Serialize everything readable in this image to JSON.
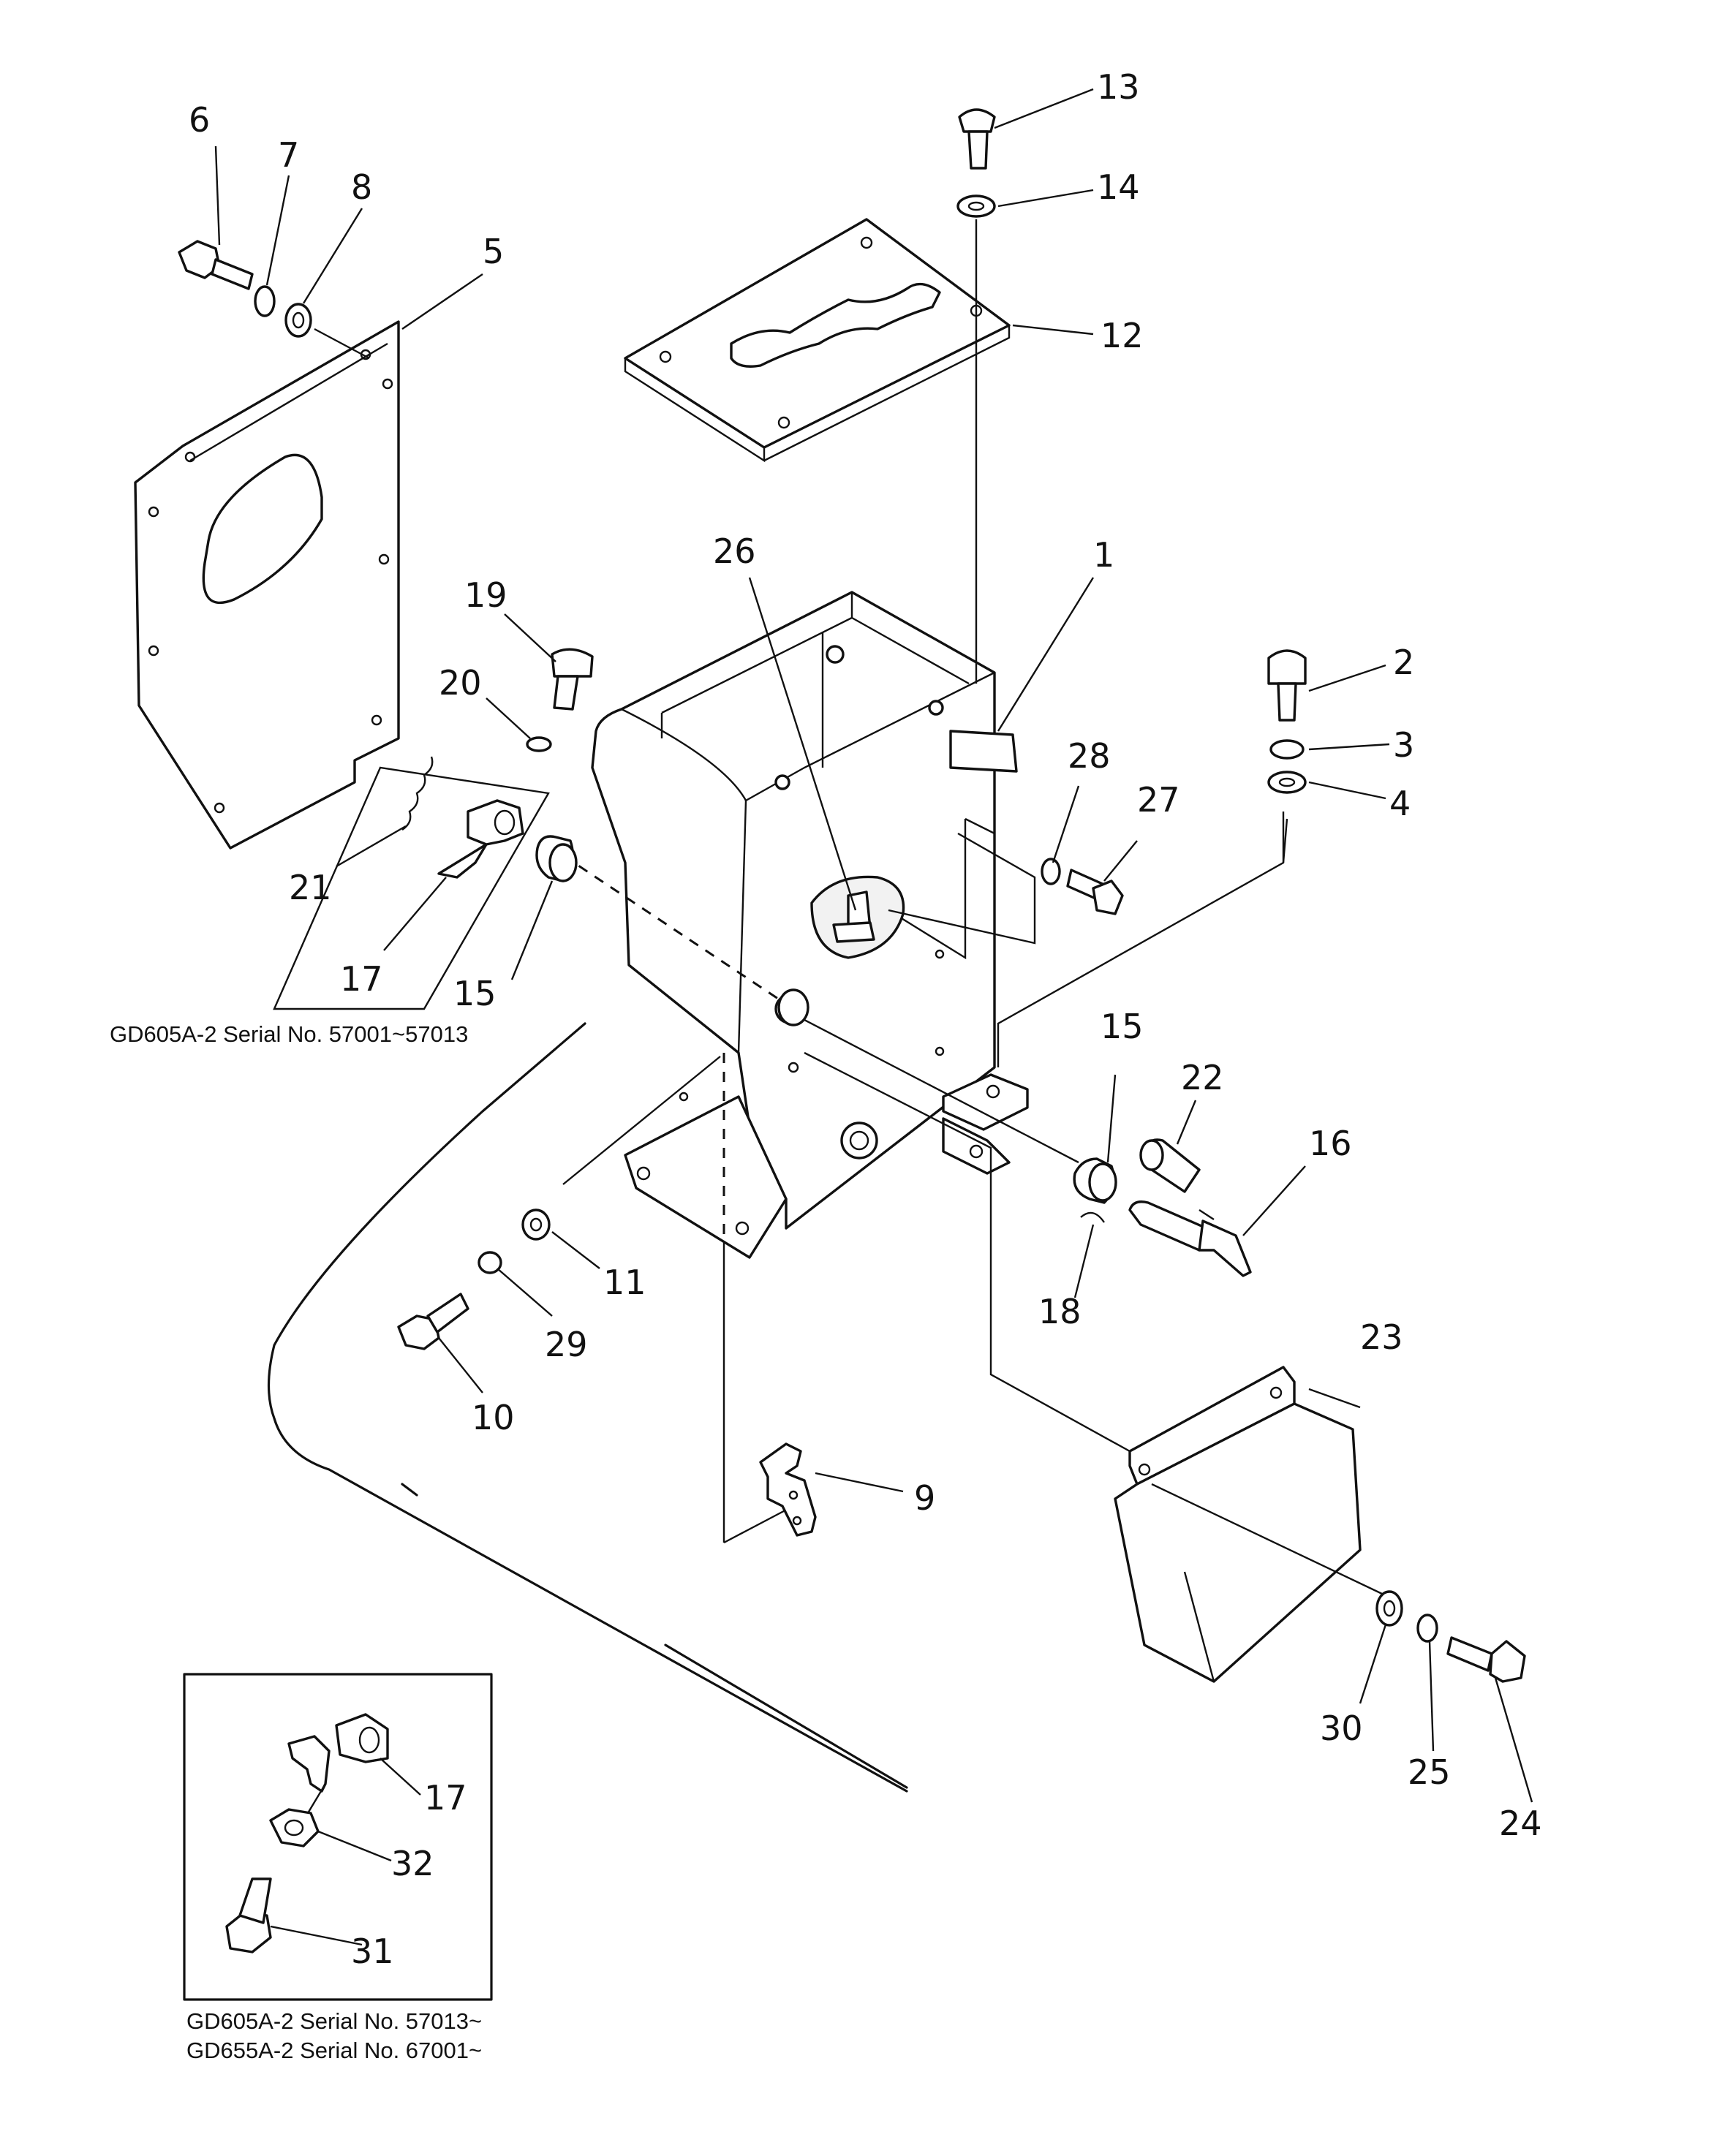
{
  "callouts": [
    {
      "id": "c1",
      "text": "1"
    },
    {
      "id": "c2",
      "text": "2"
    },
    {
      "id": "c3",
      "text": "3"
    },
    {
      "id": "c4",
      "text": "4"
    },
    {
      "id": "c5",
      "text": "5"
    },
    {
      "id": "c6",
      "text": "6"
    },
    {
      "id": "c7",
      "text": "7"
    },
    {
      "id": "c8",
      "text": "8"
    },
    {
      "id": "c9",
      "text": "9"
    },
    {
      "id": "c10",
      "text": "10"
    },
    {
      "id": "c11",
      "text": "11"
    },
    {
      "id": "c12",
      "text": "12"
    },
    {
      "id": "c13",
      "text": "13"
    },
    {
      "id": "c14",
      "text": "14"
    },
    {
      "id": "c15a",
      "text": "15"
    },
    {
      "id": "c15b",
      "text": "15"
    },
    {
      "id": "c16",
      "text": "16"
    },
    {
      "id": "c17a",
      "text": "17"
    },
    {
      "id": "c17b",
      "text": "17"
    },
    {
      "id": "c18",
      "text": "18"
    },
    {
      "id": "c19",
      "text": "19"
    },
    {
      "id": "c20",
      "text": "20"
    },
    {
      "id": "c21",
      "text": "21"
    },
    {
      "id": "c22",
      "text": "22"
    },
    {
      "id": "c23",
      "text": "23"
    },
    {
      "id": "c24",
      "text": "24"
    },
    {
      "id": "c25",
      "text": "25"
    },
    {
      "id": "c26",
      "text": "26"
    },
    {
      "id": "c27",
      "text": "27"
    },
    {
      "id": "c28",
      "text": "28"
    },
    {
      "id": "c29",
      "text": "29"
    },
    {
      "id": "c30",
      "text": "30"
    },
    {
      "id": "c31",
      "text": "31"
    },
    {
      "id": "c32",
      "text": "32"
    }
  ],
  "notes": {
    "variant_a": "GD605A-2 Serial No. 57001~57013",
    "variant_b_line1": "GD605A-2 Serial No. 57013~",
    "variant_b_line2": "GD655A-2 Serial No. 67001~"
  }
}
